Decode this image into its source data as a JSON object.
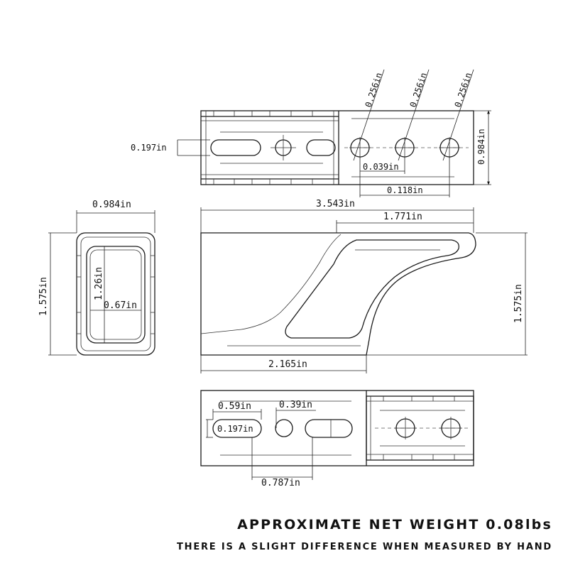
{
  "footer": {
    "weight": "APPROXIMATE NET WEIGHT 0.08lbs",
    "note": "THERE IS A SLIGHT DIFFERENCE WHEN MEASURED BY HAND"
  },
  "top_view": {
    "slot_height": "0.197in",
    "hole_dia_1": "0.256in",
    "hole_dia_2": "0.256in",
    "hole_dia_3": "0.256in",
    "width": "0.984in",
    "hole_gap": "0.039in",
    "hole_span": "0.118in"
  },
  "end_view": {
    "width": "0.984in",
    "height": "1.575in",
    "inner_height": "1.26in",
    "inner_width": "0.67in"
  },
  "side_view": {
    "length": "3.543in",
    "arm_length": "1.771in",
    "height": "1.575in",
    "base_length": "2.165in"
  },
  "bottom_view": {
    "slot_length": "0.59in",
    "hole_pitch": "0.39in",
    "slot_height": "0.197in",
    "slot_pitch": "0.787in"
  }
}
